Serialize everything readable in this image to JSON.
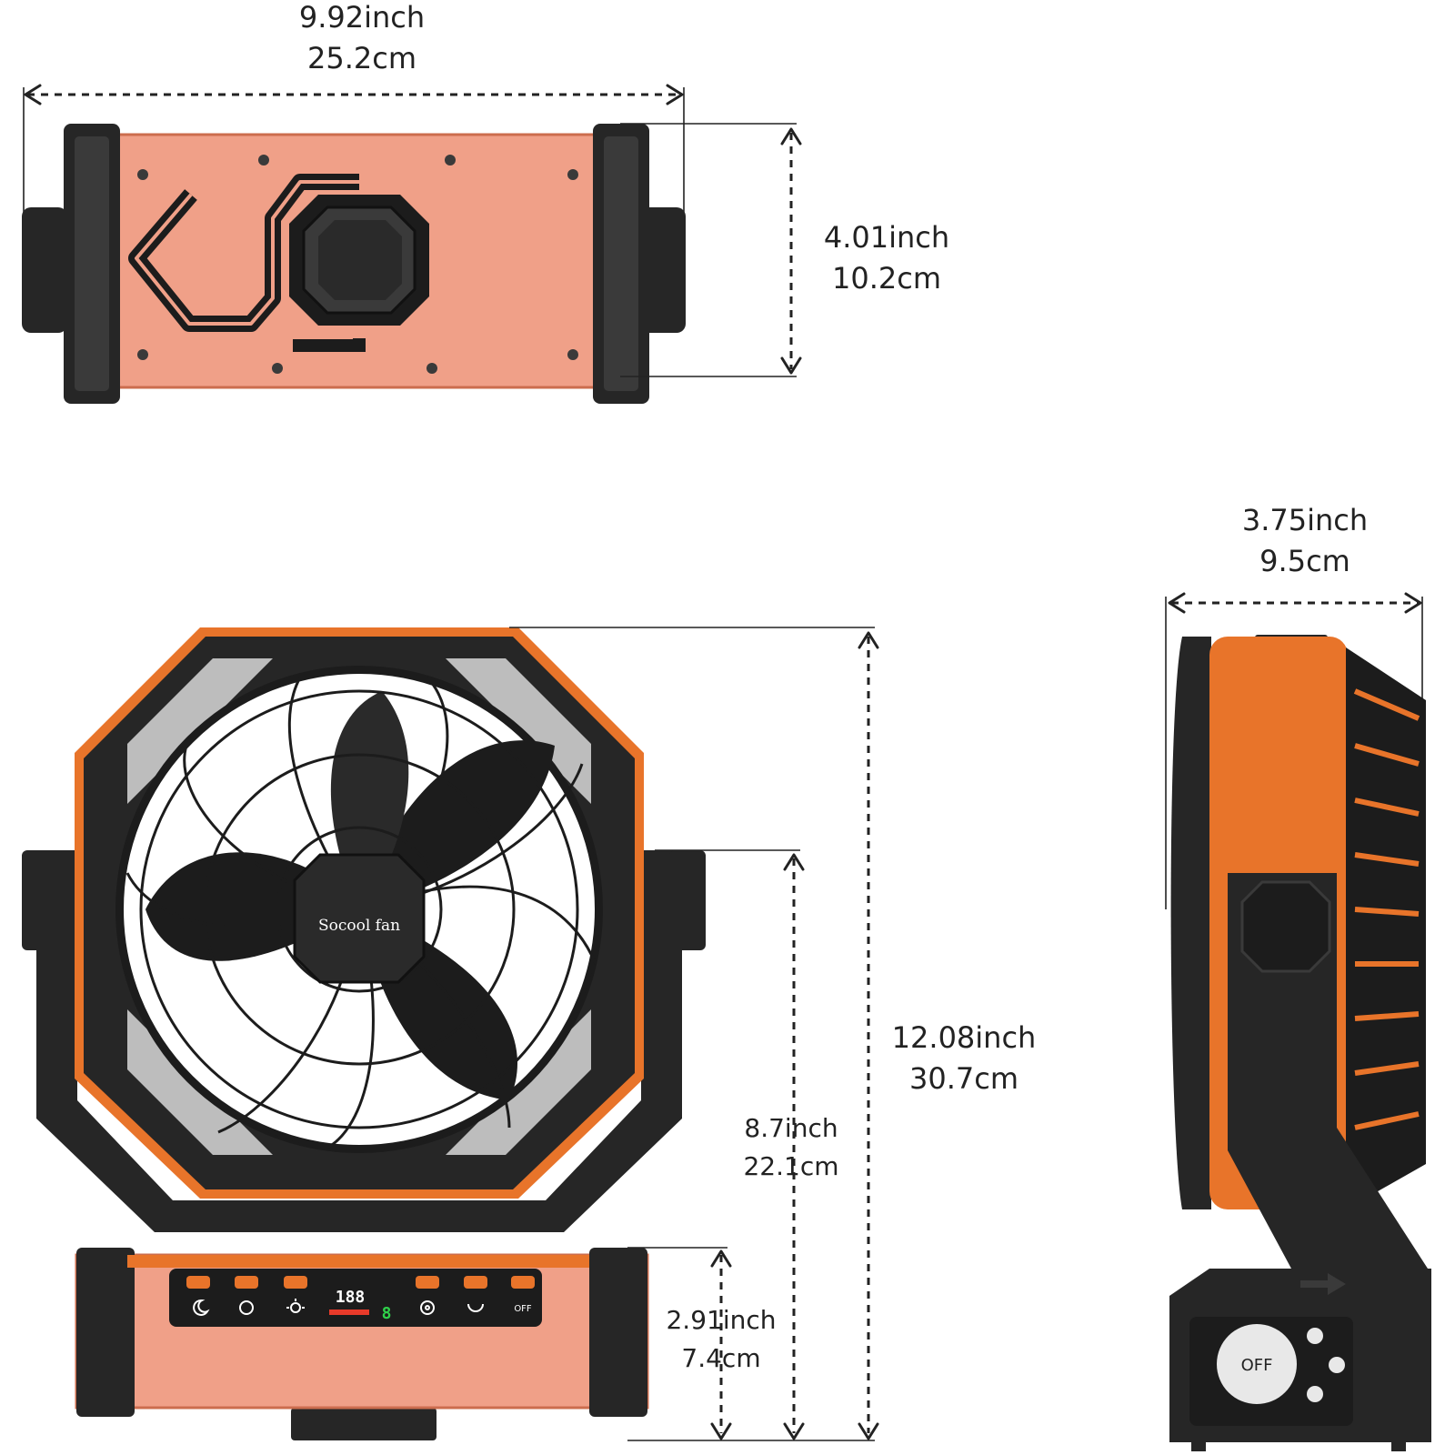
{
  "colors": {
    "body_orange": "#f0a088",
    "accent_orange": "#e8742a",
    "frame_black": "#262626",
    "grille_black": "#1c1c1c",
    "display_red": "#e83a2a",
    "display_green": "#2fd14a",
    "dimension_ink": "#222222"
  },
  "views": {
    "top": {
      "width_inch": "9.92inch",
      "width_cm": "25.2cm",
      "depth_inch": "4.01inch",
      "depth_cm": "10.2cm"
    },
    "front": {
      "brand_label": "Socool fan",
      "display_digits": "188",
      "display_sub": "8",
      "off_label": "OFF",
      "total_height_inch": "12.08inch",
      "total_height_cm": "30.7cm",
      "stand_height_inch": "8.7inch",
      "stand_height_cm": "22.1cm",
      "base_height_inch": "2.91inch",
      "base_height_cm": "7.4cm",
      "button_icons": [
        "moon-icon",
        "timer-icon",
        "light-icon",
        "fan-speed-icon",
        "oscillate-icon",
        "power-off-icon"
      ]
    },
    "side": {
      "depth_inch": "3.75inch",
      "depth_cm": "9.5cm",
      "remote_off_label": "OFF"
    }
  }
}
